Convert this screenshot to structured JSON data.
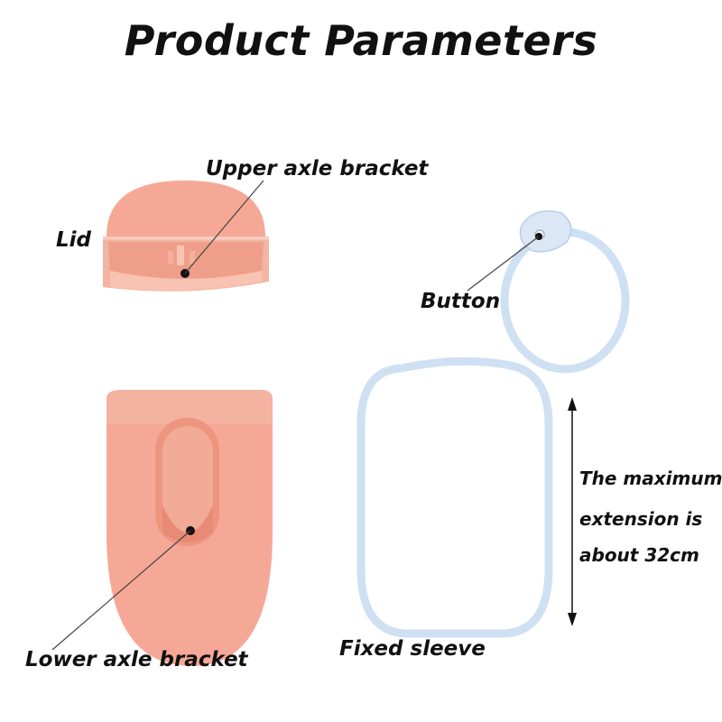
{
  "title": "Product Parameters",
  "labels": {
    "upper_axle_bracket": "Upper axle bracket",
    "lid": "Lid",
    "button": "Button",
    "lower_axle_bracket": "Lower axle bracket",
    "fixed_sleeve": "Fixed sleeve",
    "extension_line1": "The maximum",
    "extension_line2": "extension is",
    "extension_line3": "about 32cm"
  },
  "colors": {
    "body_pink": "#f6a897",
    "inner_pink": "#f2b39f",
    "sleeve_blue": "#cfe0f2",
    "text": "#111111"
  }
}
